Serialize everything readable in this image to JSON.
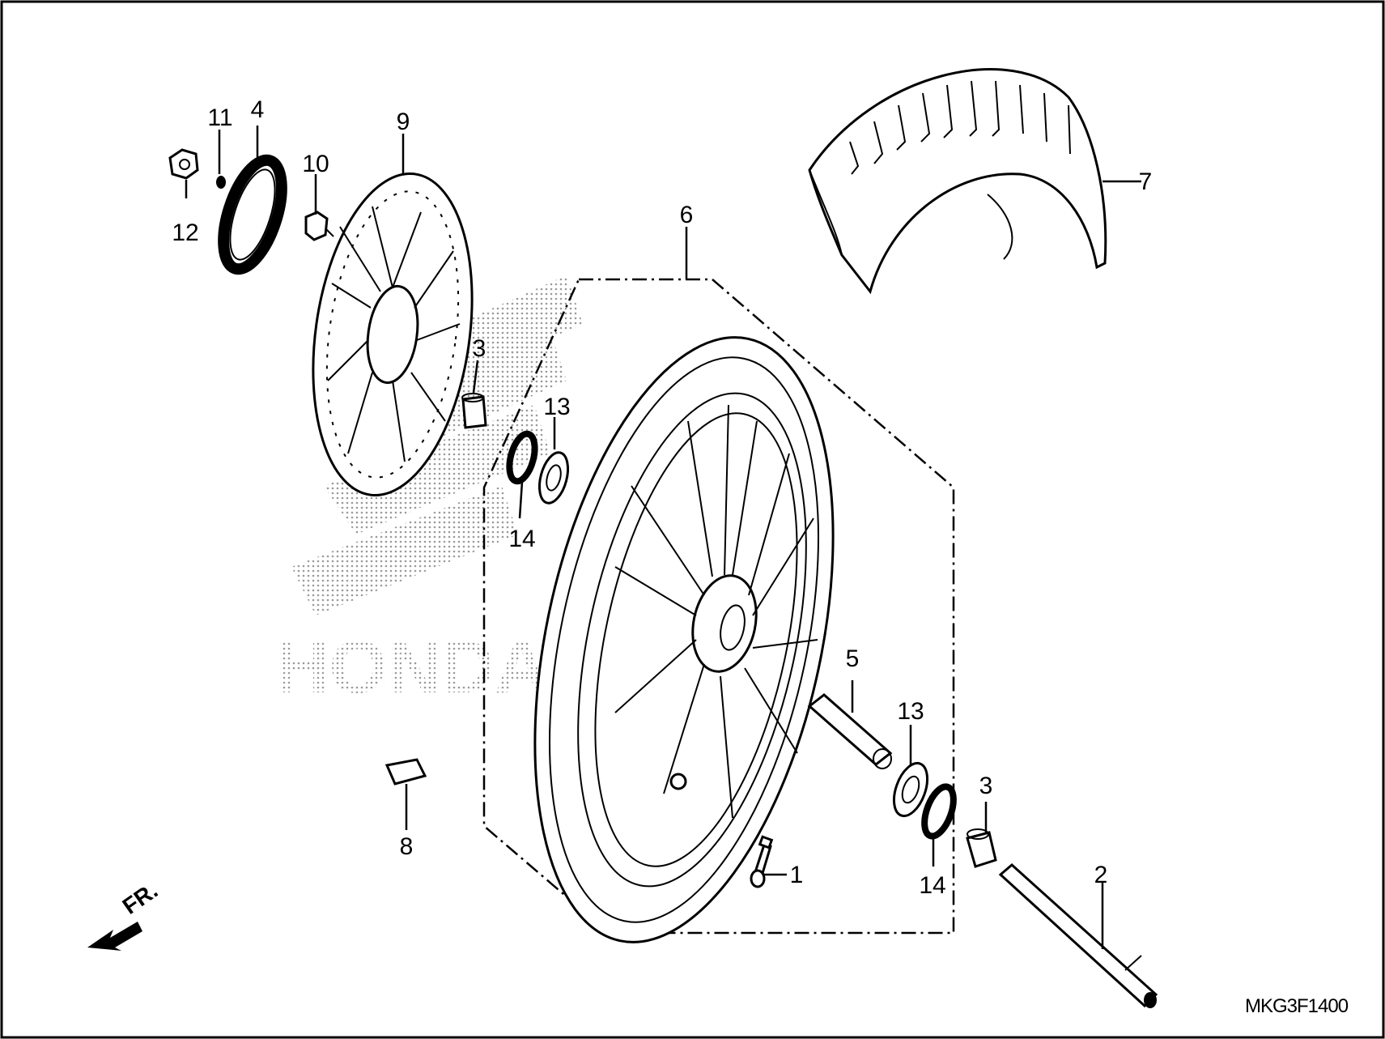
{
  "diagram": {
    "code": "MKG3F1400",
    "direction_label": "FR.",
    "watermark_text": "HONDA",
    "callouts": [
      {
        "id": "c1",
        "number": "1"
      },
      {
        "id": "c2",
        "number": "2"
      },
      {
        "id": "c3a",
        "number": "3"
      },
      {
        "id": "c3b",
        "number": "3"
      },
      {
        "id": "c4",
        "number": "4"
      },
      {
        "id": "c5",
        "number": "5"
      },
      {
        "id": "c6",
        "number": "6"
      },
      {
        "id": "c7",
        "number": "7"
      },
      {
        "id": "c8",
        "number": "8"
      },
      {
        "id": "c9",
        "number": "9"
      },
      {
        "id": "c10",
        "number": "10"
      },
      {
        "id": "c11",
        "number": "11"
      },
      {
        "id": "c12",
        "number": "12"
      },
      {
        "id": "c13a",
        "number": "13"
      },
      {
        "id": "c13b",
        "number": "13"
      },
      {
        "id": "c14a",
        "number": "14"
      },
      {
        "id": "c14b",
        "number": "14"
      }
    ]
  }
}
